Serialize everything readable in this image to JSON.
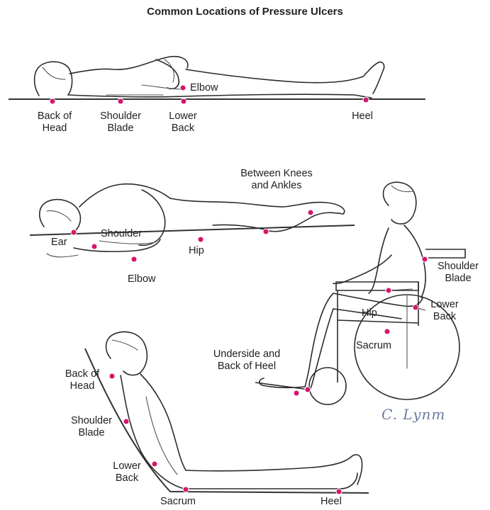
{
  "title": "Common Locations of Pressure Ulcers",
  "supine": {
    "back_of_head": [
      "Back of",
      "Head"
    ],
    "shoulder_blade": [
      "Shoulder",
      "Blade"
    ],
    "lower_back": [
      "Lower",
      "Back"
    ],
    "elbow": "Elbow",
    "heel": "Heel"
  },
  "side_lying": {
    "between_knees": [
      "Between Knees",
      "and Ankles"
    ],
    "ear": "Ear",
    "shoulder": "Shoulder",
    "hip": "Hip",
    "elbow": "Elbow"
  },
  "wheelchair": {
    "shoulder_blade": [
      "Shoulder",
      "Blade"
    ],
    "lower_back": [
      "Lower",
      "Back"
    ],
    "hip": "Hip",
    "sacrum": "Sacrum",
    "underside_heel": [
      "Underside and",
      "Back of Heel"
    ]
  },
  "reclining": {
    "back_of_head": [
      "Back of",
      "Head"
    ],
    "shoulder_blade": [
      "Shoulder",
      "Blade"
    ],
    "lower_back": [
      "Lower",
      "Back"
    ],
    "sacrum": "Sacrum",
    "heel": "Heel"
  },
  "signature": "C. Lynm",
  "colors": {
    "marker": "#d6156c",
    "line": "#2b2b2b",
    "signature": "#6a7aa0"
  }
}
